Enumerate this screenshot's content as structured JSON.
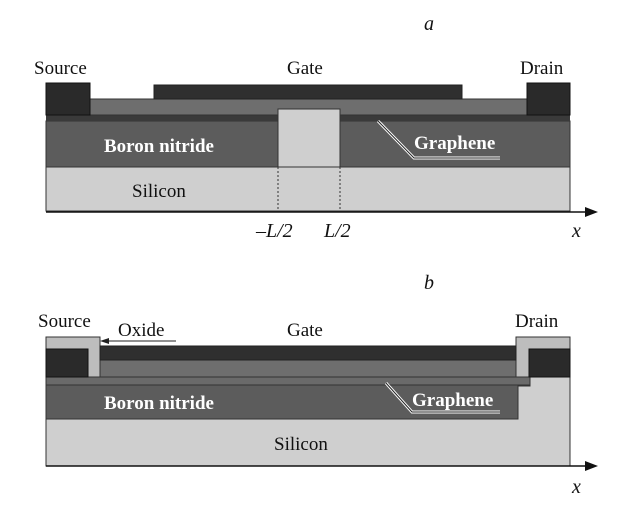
{
  "diagram_a": {
    "panel_label": "a",
    "labels": {
      "source": "Source",
      "gate": "Gate",
      "drain": "Drain",
      "boron_nitride": "Boron nitride",
      "graphene": "Graphene",
      "silicon": "Silicon",
      "minus_half_l": "–L/2",
      "plus_half_l": "L/2",
      "x_axis": "x"
    }
  },
  "diagram_b": {
    "panel_label": "b",
    "labels": {
      "source": "Source",
      "oxide": "Oxide",
      "gate": "Gate",
      "drain": "Drain",
      "boron_nitride": "Boron nitride",
      "graphene": "Graphene",
      "silicon": "Silicon",
      "x_axis": "x"
    }
  },
  "colors": {
    "contact": "#2a2a2a",
    "gate": "#2f2f2f",
    "dielectric": "#6e6e6e",
    "graphene_line": "#3a3a3a",
    "boron_nitride": "#5c5c5c",
    "silicon": "#cfcfcf",
    "oxide": "#bdbdbd",
    "axis": "#111111"
  }
}
